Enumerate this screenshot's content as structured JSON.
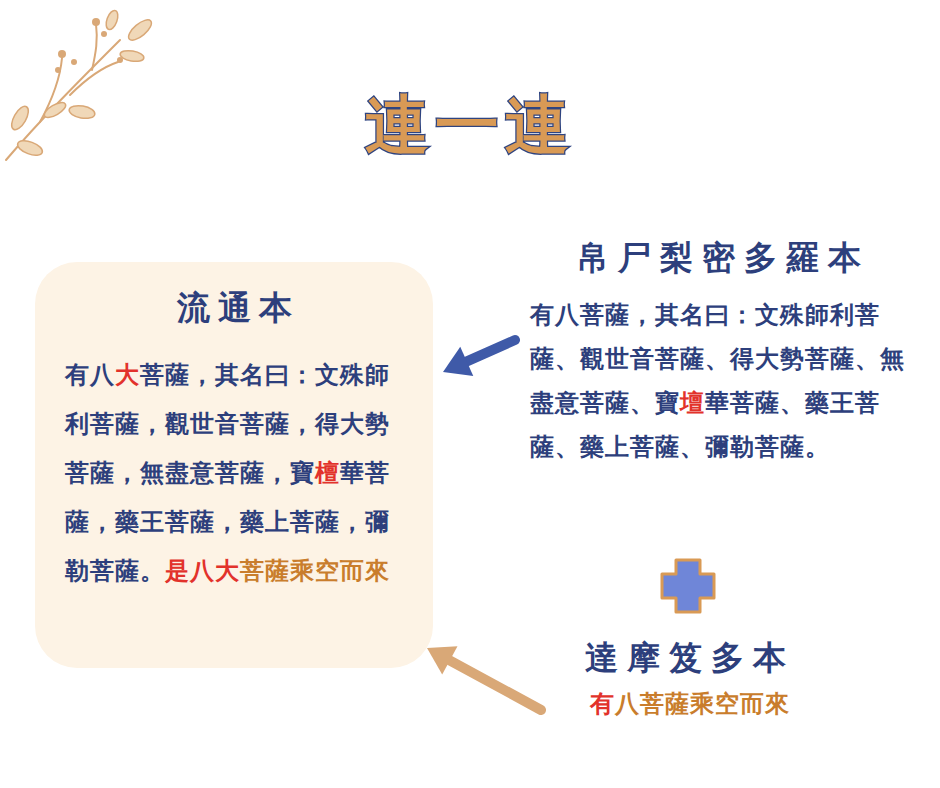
{
  "diagram": {
    "title": "連一連",
    "nodes": [
      {
        "text": [
          "流通本",
          "有八大菩薩，其名曰：文殊師利菩薩，觀世音菩薩，得大勢菩薩，無盡意菩薩，寶檀華菩薩，藥王菩薩，藥上菩薩，彌勒菩薩。是八大菩薩乘空而來"
        ]
      },
      {
        "text": [
          "帛尸梨密多羅本",
          "有八菩薩，其名曰：文殊師利菩薩、觀世音菩薩、得大勢菩薩、無盡意菩薩、寶壇華菩薩、藥王菩薩、藥上菩薩、彌勒菩薩。"
        ]
      },
      {
        "text": [
          "達摩笈多本",
          "有八菩薩乘空而來"
        ]
      }
    ],
    "edges": [
      {
        "from": 1,
        "to": 0,
        "arrow": "to"
      },
      {
        "from": 2,
        "to": 0,
        "arrow": "to"
      }
    ]
  }
}
